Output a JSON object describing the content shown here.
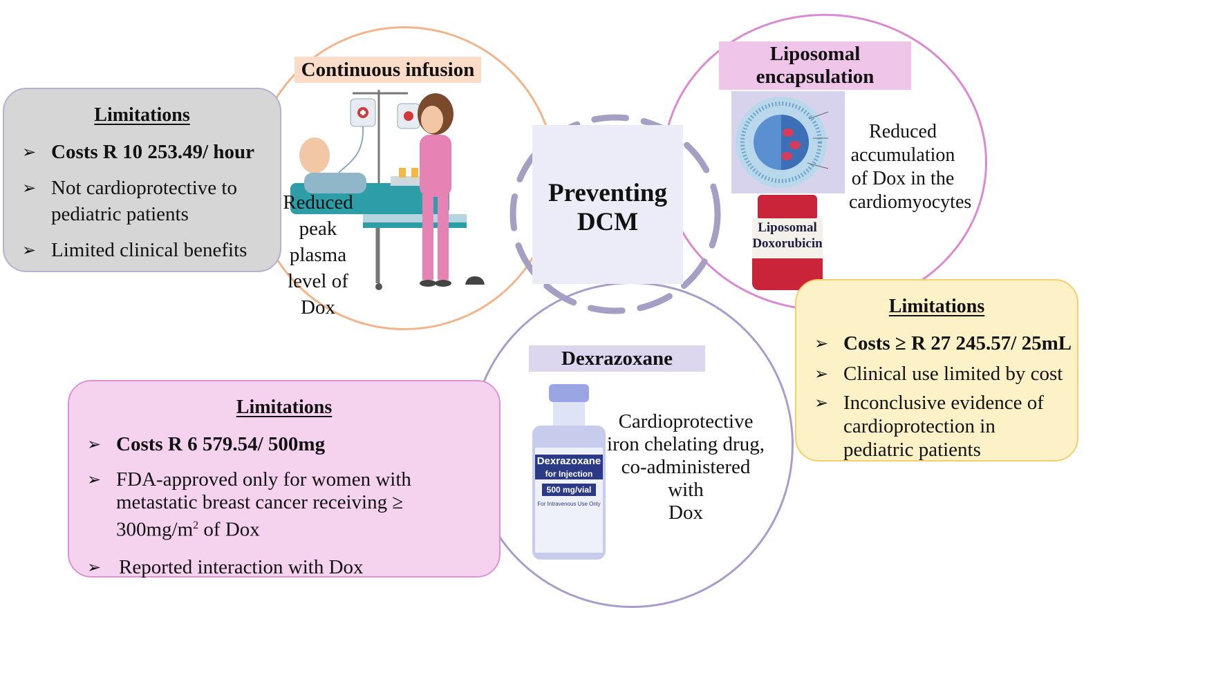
{
  "center": {
    "title_line1": "Preventing",
    "title_line2": "DCM"
  },
  "continuous_infusion": {
    "label": "Continuous infusion",
    "desc": [
      "Reduced",
      "peak",
      "plasma",
      "level of",
      "Dox"
    ],
    "limitations": {
      "title": "Limitations",
      "items": [
        "Costs R 10 253.49/ hour",
        "Not cardioprotective to pediatric patients",
        "Limited clinical benefits"
      ]
    }
  },
  "liposomal": {
    "label_line1": "Liposomal",
    "label_line2": "encapsulation",
    "desc": [
      "Reduced",
      "accumulation",
      "of Dox in the",
      "cardiomyocytes"
    ],
    "vial_label_line1": "Liposomal",
    "vial_label_line2": "Doxorubicin",
    "limitations": {
      "title": "Limitations",
      "items": [
        "Costs ≥ R 27 245.57/ 25mL",
        "Clinical use limited by cost",
        "Inconclusive evidence of cardioprotection in pediatric patients"
      ]
    }
  },
  "dexrazoxane": {
    "label": "Dexrazoxane",
    "desc": [
      "Cardioprotective",
      "iron chelating  drug,",
      "co-administered with",
      "Dox"
    ],
    "vial_brand": "Dexrazoxane",
    "vial_sub": "for Injection",
    "vial_dose": "500 mg/vial",
    "vial_route": "For Intravenous Use Only",
    "limitations": {
      "title": "Limitations",
      "item1": "Costs R 6 579.54/ 500mg",
      "item2_a": "FDA-approved only for women with metastatic breast cancer receiving ≥ 300mg/m",
      "item2_sup": "2",
      "item2_b": " of Dox",
      "item3": "Reported interaction with Dox"
    }
  },
  "icons": {
    "bullet": "arrow-bullet-icon"
  },
  "colors": {
    "orange_ring": "#f2b48a",
    "pink_ring": "#d98ad2",
    "purple_ring": "#a99ccc",
    "grey_box": "#d6d6d6",
    "pink_box": "#f5d3ef",
    "yellow_box": "#fdf1c8",
    "dash_ring": "#a59fc4"
  }
}
